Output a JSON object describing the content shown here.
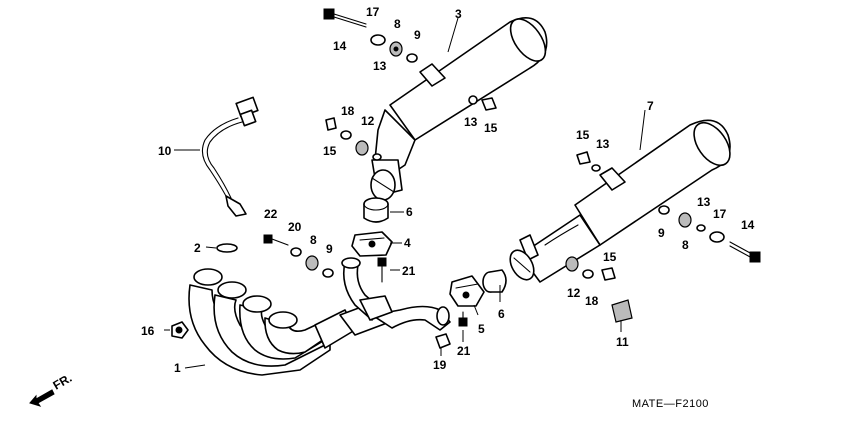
{
  "diagram": {
    "code": "MATE—F2100",
    "front_marker": "FR.",
    "callouts": [
      {
        "id": "c1",
        "label": "1"
      },
      {
        "id": "c2",
        "label": "2"
      },
      {
        "id": "c3",
        "label": "3"
      },
      {
        "id": "c4",
        "label": "4"
      },
      {
        "id": "c5",
        "label": "5"
      },
      {
        "id": "c6a",
        "label": "6"
      },
      {
        "id": "c6b",
        "label": "6"
      },
      {
        "id": "c7",
        "label": "7"
      },
      {
        "id": "c8a",
        "label": "8"
      },
      {
        "id": "c8b",
        "label": "8"
      },
      {
        "id": "c8c",
        "label": "8"
      },
      {
        "id": "c9a",
        "label": "9"
      },
      {
        "id": "c9b",
        "label": "9"
      },
      {
        "id": "c9c",
        "label": "9"
      },
      {
        "id": "c10",
        "label": "10"
      },
      {
        "id": "c11",
        "label": "11"
      },
      {
        "id": "c12a",
        "label": "12"
      },
      {
        "id": "c12b",
        "label": "12"
      },
      {
        "id": "c13a",
        "label": "13"
      },
      {
        "id": "c13b",
        "label": "13"
      },
      {
        "id": "c13c",
        "label": "13"
      },
      {
        "id": "c13d",
        "label": "13"
      },
      {
        "id": "c14a",
        "label": "14"
      },
      {
        "id": "c14b",
        "label": "14"
      },
      {
        "id": "c15a",
        "label": "15"
      },
      {
        "id": "c15b",
        "label": "15"
      },
      {
        "id": "c15c",
        "label": "15"
      },
      {
        "id": "c15d",
        "label": "15"
      },
      {
        "id": "c16",
        "label": "16"
      },
      {
        "id": "c17a",
        "label": "17"
      },
      {
        "id": "c17b",
        "label": "17"
      },
      {
        "id": "c18a",
        "label": "18"
      },
      {
        "id": "c18b",
        "label": "18"
      },
      {
        "id": "c19",
        "label": "19"
      },
      {
        "id": "c20",
        "label": "20"
      },
      {
        "id": "c21a",
        "label": "21"
      },
      {
        "id": "c21b",
        "label": "21"
      },
      {
        "id": "c22",
        "label": "22"
      }
    ]
  }
}
